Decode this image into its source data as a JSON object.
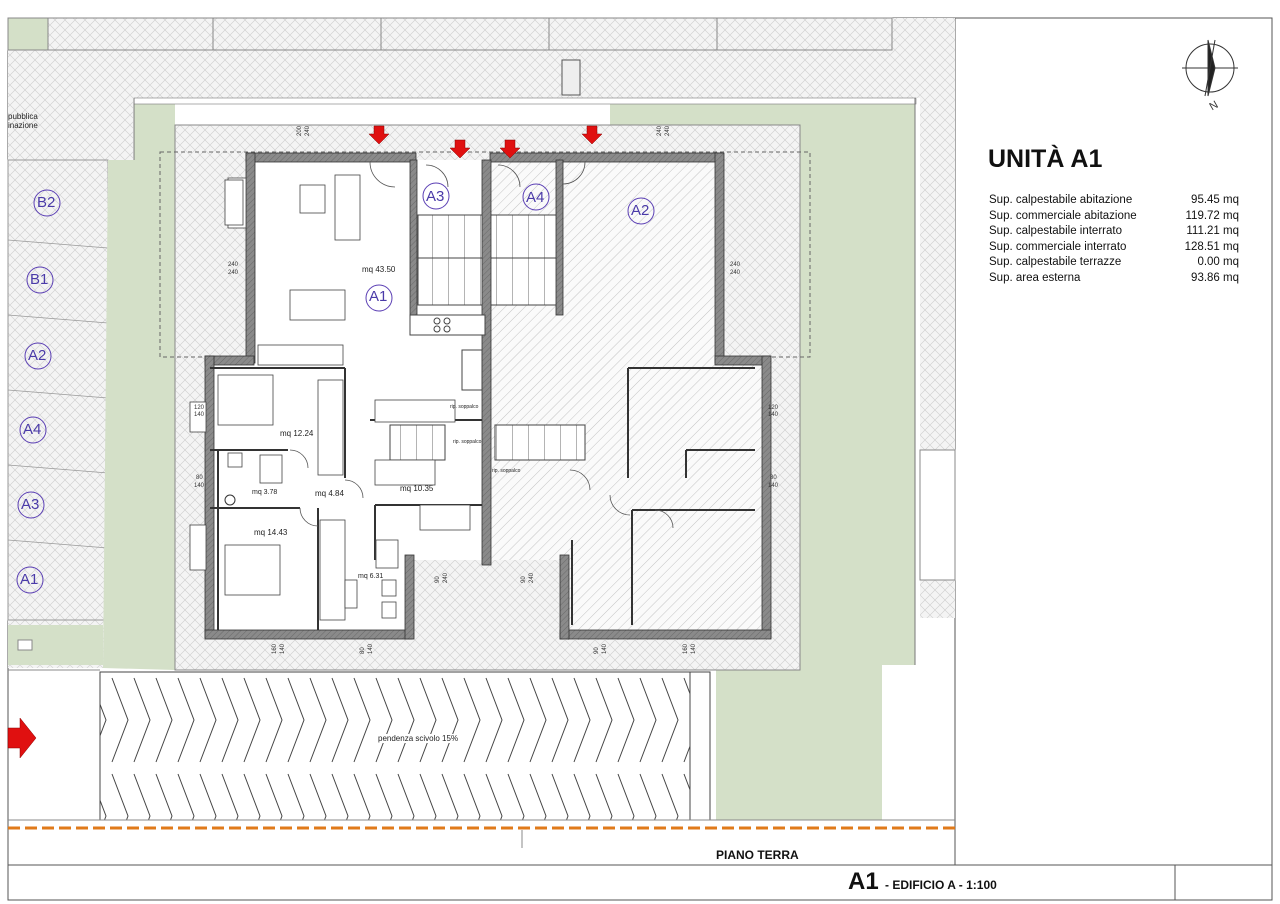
{
  "unit": {
    "title": "UNITÀ A1",
    "areas": [
      {
        "label": "Sup. calpestabile abitazione",
        "value": "95.45 mq"
      },
      {
        "label": "Sup. commerciale abitazione",
        "value": "119.72 mq"
      },
      {
        "label": "Sup. calpestabile interrato",
        "value": "111.21 mq"
      },
      {
        "label": "Sup. commerciale interrato",
        "value": "128.51 mq"
      },
      {
        "label": "Sup. calpestabile terrazze",
        "value": "0.00 mq"
      },
      {
        "label": "Sup. area esterna",
        "value": "93.86 mq"
      }
    ]
  },
  "footer": {
    "floor": "PIANO TERRA",
    "code": "A1",
    "subtitle": "- EDIFICIO A - 1:100"
  },
  "compass": {
    "label": "N"
  },
  "left_strip": {
    "text_line1": "pubblica",
    "text_line2": "inazione",
    "parking_tags": [
      "B2",
      "B1",
      "A2",
      "A4",
      "A3",
      "A1"
    ]
  },
  "plan": {
    "unit_tags": {
      "a1": "A1",
      "a2": "A2",
      "a3": "A3",
      "a4": "A4"
    },
    "rooms": {
      "living": "mq 43.50",
      "bedroom1": "mq 12.24",
      "hall": "mq 4.84",
      "bath1": "mq 3.78",
      "bedroom2": "mq 10.35",
      "bedroom3": "mq 14.43",
      "bath2": "mq 6.31"
    },
    "ramp_label": "pendenza scivolo 15%",
    "rip_labels": {
      "r1": "rip. soppalco",
      "r2": "rip. soppalco",
      "r3": "rip. soppalco"
    },
    "dims": {
      "d_top1": "200",
      "d_top1b": "240",
      "d_top2": "240",
      "d_top2b": "240",
      "d_left1": "240",
      "d_left1b": "240",
      "d_right1": "240",
      "d_right1b": "240",
      "d_left2": "120",
      "d_left2b": "140",
      "d_right2": "120",
      "d_right2b": "140",
      "d_left3": "80",
      "d_left3b": "140",
      "d_right3": "80",
      "d_right3b": "140",
      "d_bot1": "160",
      "d_bot1b": "140",
      "d_bot2": "80",
      "d_bot2b": "140",
      "d_bot3": "90",
      "d_bot3b": "240",
      "d_bot4": "90",
      "d_bot4b": "240",
      "d_bot5": "90",
      "d_bot5b": "140",
      "d_bot6": "160",
      "d_bot6b": "140"
    }
  }
}
